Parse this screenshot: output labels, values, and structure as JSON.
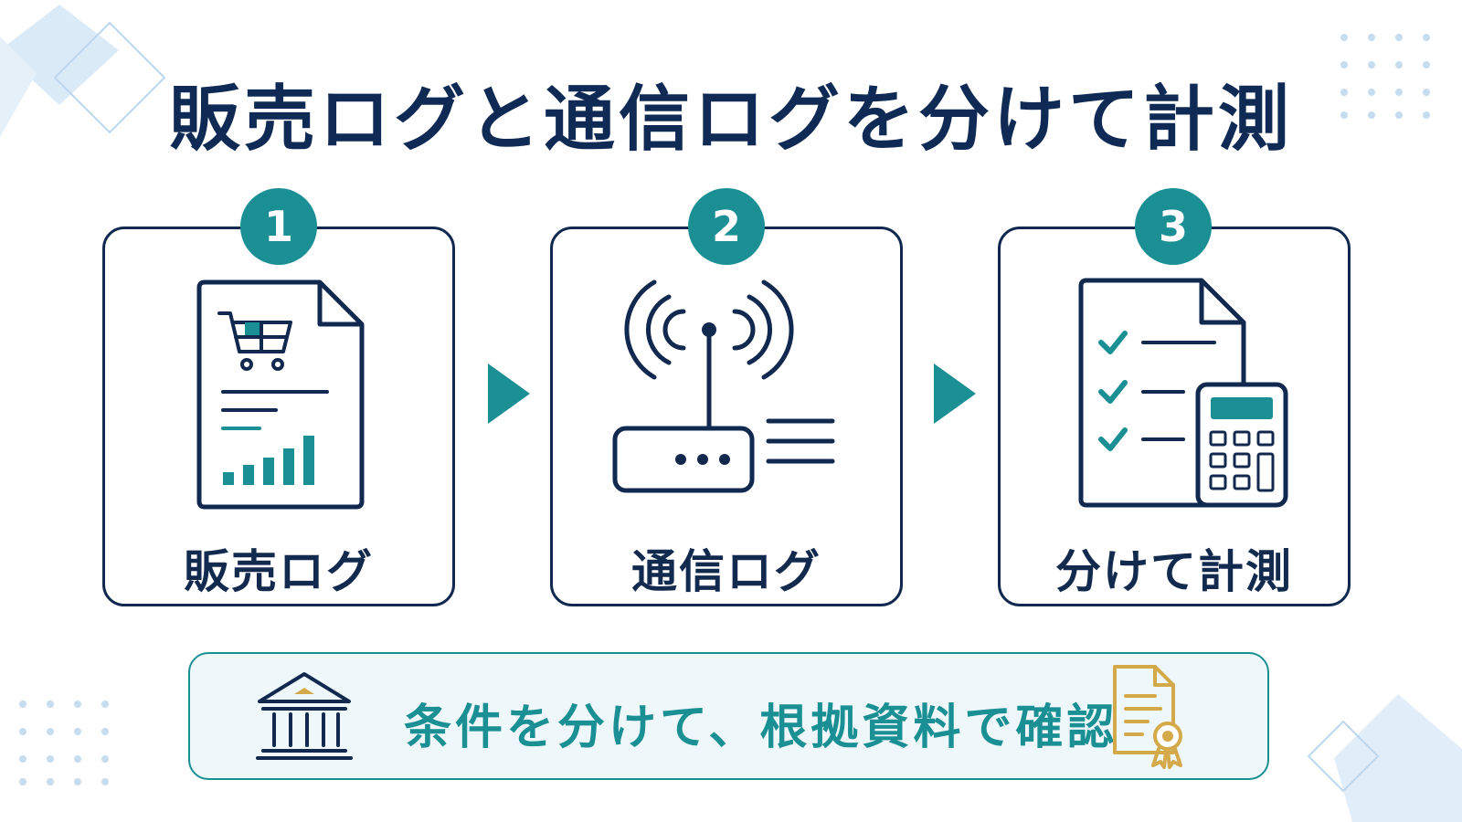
{
  "title": "販売ログと通信ログを分けて計測",
  "colors": {
    "navy": "#11294f",
    "teal": "#1a8f94",
    "gold": "#d4a94a",
    "banner_bg": "#eef7fa"
  },
  "steps": [
    {
      "number": "1",
      "label": "販売ログ",
      "icon": "sales-log-document-icon"
    },
    {
      "number": "2",
      "label": "通信ログ",
      "icon": "wifi-router-icon"
    },
    {
      "number": "3",
      "label": "分けて計測",
      "icon": "checklist-calculator-icon"
    }
  ],
  "banner": {
    "text": "条件を分けて、根拠資料で確認",
    "left_icon": "bank-building-icon",
    "right_icon": "certificate-icon"
  }
}
